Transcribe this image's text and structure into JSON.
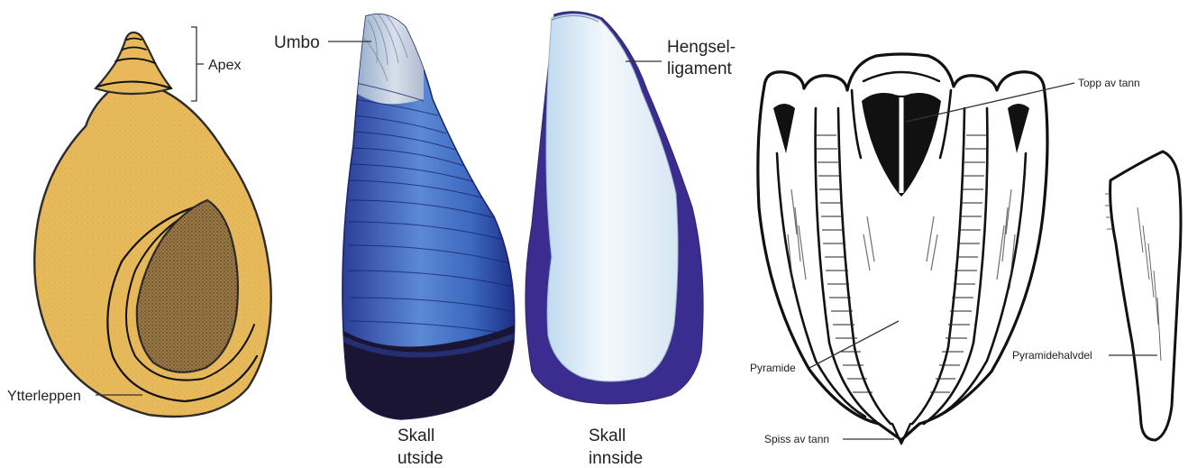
{
  "snail": {
    "labels": {
      "apex": "Apex",
      "outer_lip": "Ytterleppen"
    },
    "colors": {
      "shell": "#E7B95A",
      "aperture": "#9C7A47",
      "outline": "#2B2B2B"
    }
  },
  "mussel": {
    "labels": {
      "umbo": "Umbo",
      "hinge_line1": "Hengsel-",
      "hinge_line2": "ligament",
      "outside_line1": "Skall",
      "outside_line2": "utside",
      "inside_line1": "Skall",
      "inside_line2": "innside"
    },
    "colors": {
      "outer_dark": "#1E2E86",
      "outer_mid": "#3C68BF",
      "outer_light": "#5C89D6",
      "umbo": "#C7D2E0",
      "inner_pale": "#DDEBF6",
      "inner_rim": "#3B2D8F",
      "base_dark": "#1A1533"
    }
  },
  "lantern": {
    "labels": {
      "tooth_top": "Topp av tann",
      "pyramid": "Pyramide",
      "tooth_tip": "Spiss av tann",
      "half_pyramid": "Pyramidehalvdel"
    }
  }
}
